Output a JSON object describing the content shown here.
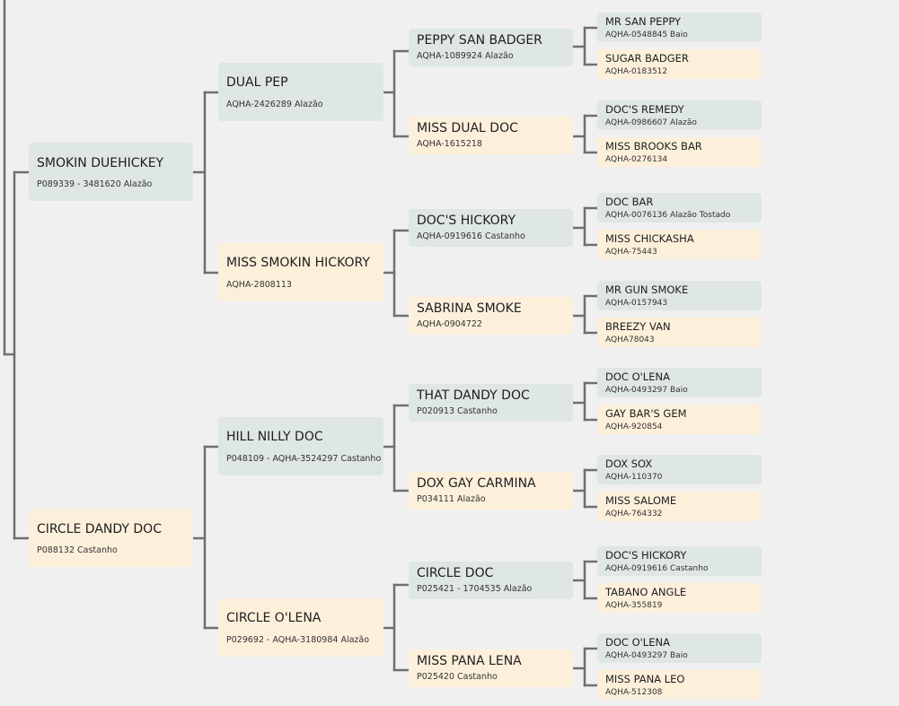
{
  "pedigree": {
    "sire": {
      "name": "SMOKIN DUEHICKEY",
      "info": "P089339 - 3481620 Alazão",
      "sire": {
        "name": "DUAL PEP",
        "info": "AQHA-2426289 Alazão",
        "sire": {
          "name": "PEPPY SAN BADGER",
          "info": "AQHA-1089924 Alazão",
          "sire": {
            "name": "MR SAN PEPPY",
            "info": "AQHA-0548845 Baio"
          },
          "dam": {
            "name": "SUGAR BADGER",
            "info": "AQHA-0183512"
          }
        },
        "dam": {
          "name": "MISS DUAL DOC",
          "info": "AQHA-1615218",
          "sire": {
            "name": "DOC'S REMEDY",
            "info": "AQHA-0986607 Alazão"
          },
          "dam": {
            "name": "MISS BROOKS BAR",
            "info": "AQHA-0276134"
          }
        }
      },
      "dam": {
        "name": "MISS SMOKIN HICKORY",
        "info": "AQHA-2808113",
        "sire": {
          "name": "DOC'S HICKORY",
          "info": "AQHA-0919616 Castanho",
          "sire": {
            "name": "DOC BAR",
            "info": "AQHA-0076136 Alazão Tostado"
          },
          "dam": {
            "name": "MISS CHICKASHA",
            "info": "AQHA-75443"
          }
        },
        "dam": {
          "name": "SABRINA SMOKE",
          "info": "AQHA-0904722",
          "sire": {
            "name": "MR GUN SMOKE",
            "info": "AQHA-0157943"
          },
          "dam": {
            "name": "BREEZY VAN",
            "info": "AQHA78043"
          }
        }
      }
    },
    "dam": {
      "name": "CIRCLE DANDY DOC",
      "info": "P088132 Castanho",
      "sire": {
        "name": "HILL NILLY DOC",
        "info": "P048109 - AQHA-3524297 Castanho",
        "sire": {
          "name": "THAT DANDY DOC",
          "info": "P020913 Castanho",
          "sire": {
            "name": "DOC O'LENA",
            "info": "AQHA-0493297 Baio"
          },
          "dam": {
            "name": "GAY BAR'S GEM",
            "info": "AQHA-920854"
          }
        },
        "dam": {
          "name": "DOX GAY CARMINA",
          "info": "P034111 Alazão",
          "sire": {
            "name": "DOX SOX",
            "info": "AQHA-110370"
          },
          "dam": {
            "name": "MISS SALOME",
            "info": "AQHA-764332"
          }
        }
      },
      "dam": {
        "name": "CIRCLE O'LENA",
        "info": "P029692 - AQHA-3180984 Alazão",
        "sire": {
          "name": "CIRCLE DOC",
          "info": "P025421 - 1704535 Alazão",
          "sire": {
            "name": "DOC'S HICKORY",
            "info": "AQHA-0919616 Castanho"
          },
          "dam": {
            "name": "TABANO ANGLE",
            "info": "AQHA-355819"
          }
        },
        "dam": {
          "name": "MISS PANA LENA",
          "info": "P025420 Castanho",
          "sire": {
            "name": "DOC O'LENA",
            "info": "AQHA-0493297 Baio"
          },
          "dam": {
            "name": "MISS PANA LEO",
            "info": "AQHA-512308"
          }
        }
      }
    }
  }
}
